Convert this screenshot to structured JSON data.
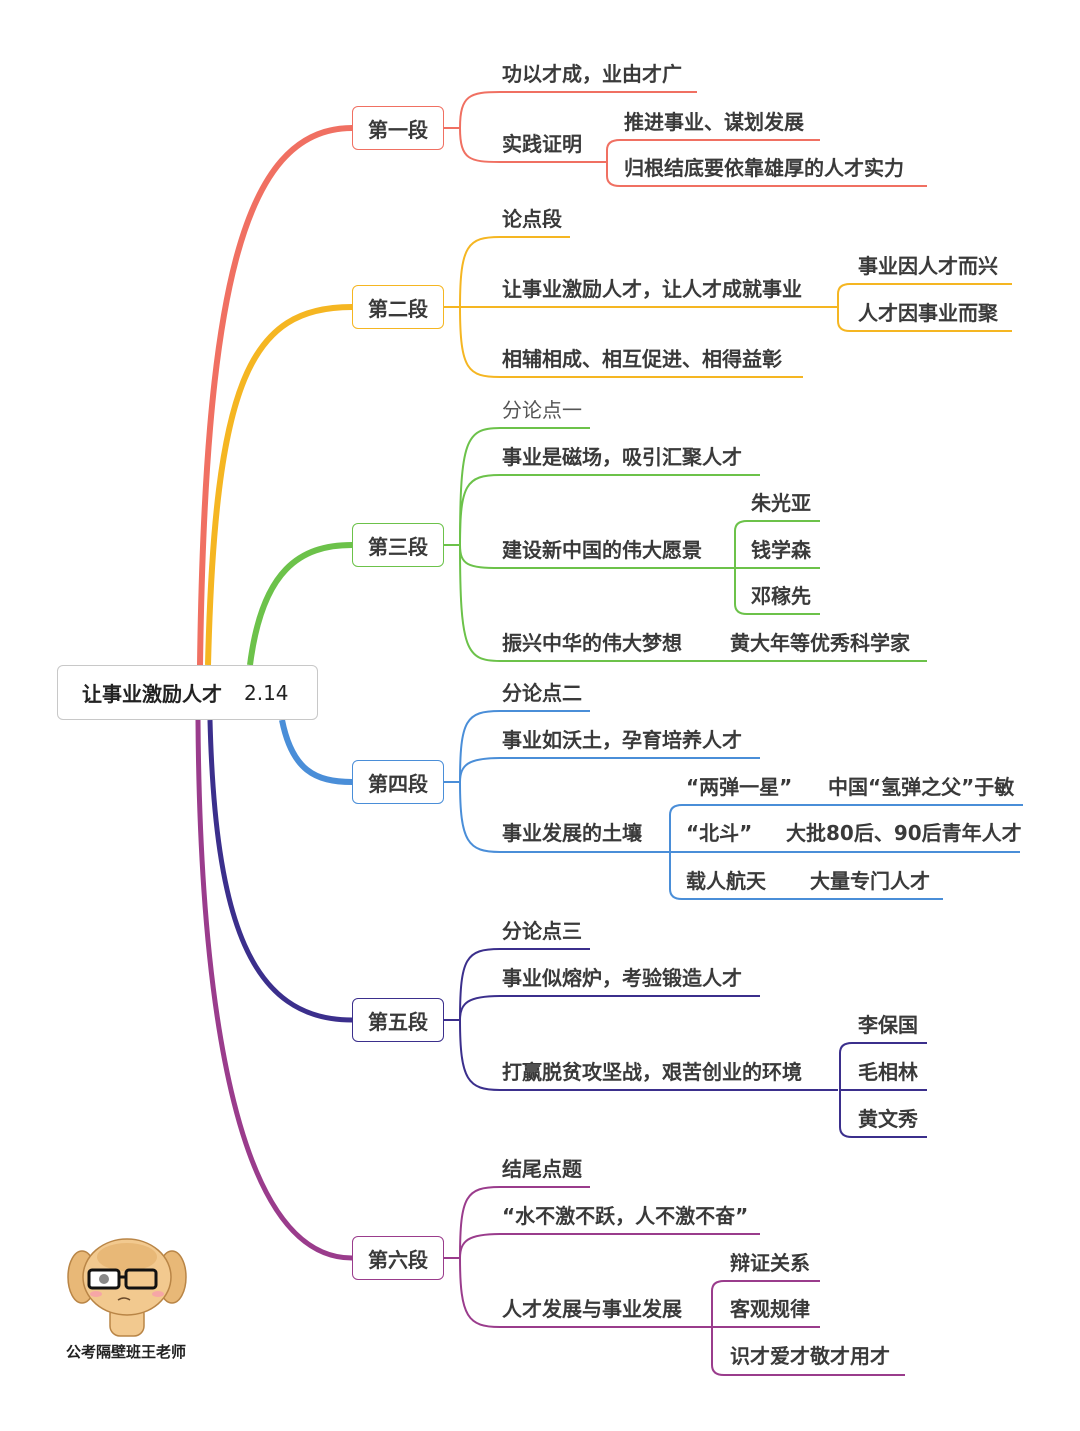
{
  "root": {
    "title": "让事业激励人才",
    "date": "2.14"
  },
  "colors": {
    "s1": "#f07062",
    "s2": "#f5b622",
    "s3": "#6cc24a",
    "s4": "#4a8ed8",
    "s5": "#3b2f8c",
    "s6": "#9a3c8c"
  },
  "sections": [
    {
      "label": "第一段",
      "items": [
        "功以才成，业由才广",
        "实践证明",
        "推进事业、谋划发展",
        "归根结底要依靠雄厚的人才实力"
      ]
    },
    {
      "label": "第二段",
      "items": [
        "论点段",
        "让事业激励人才，让人才成就事业",
        "事业因人才而兴",
        "人才因事业而聚",
        "相辅相成、相互促进、相得益彰"
      ]
    },
    {
      "label": "第三段",
      "items": [
        "分论点一",
        "事业是磁场，吸引汇聚人才",
        "建设新中国的伟大愿景",
        "朱光亚",
        "钱学森",
        "邓稼先",
        "振兴中华的伟大梦想",
        "黄大年等优秀科学家"
      ]
    },
    {
      "label": "第四段",
      "items": [
        "分论点二",
        "事业如沃土，孕育培养人才",
        "事业发展的土壤",
        "“两弹一星”",
        "中国“氢弹之父”于敏",
        "“北斗”",
        "大批80后、90后青年人才",
        "载人航天",
        "大量专门人才"
      ]
    },
    {
      "label": "第五段",
      "items": [
        "分论点三",
        "事业似熔炉，考验锻造人才",
        "打赢脱贫攻坚战，艰苦创业的环境",
        "李保国",
        "毛相林",
        "黄文秀"
      ]
    },
    {
      "label": "第六段",
      "items": [
        "结尾点题",
        "“水不激不跃，人不激不奋”",
        "人才发展与事业发展",
        "辩证关系",
        "客观规律",
        "识才爱才敬才用才"
      ]
    }
  ],
  "watermark": {
    "caption": "公考隔壁班王老师"
  }
}
